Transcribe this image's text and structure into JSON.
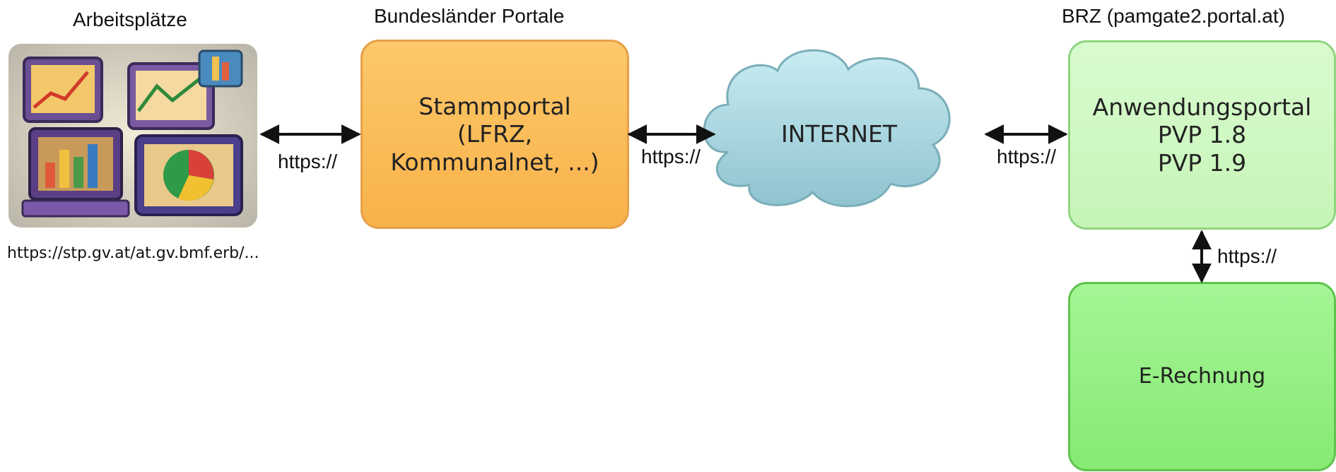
{
  "titles": {
    "arbeitsplaetze": "Arbeitsplätze",
    "bundeslaender": "Bundesländer Portale",
    "brz": "BRZ (pamgate2.portal.at)"
  },
  "nodes": {
    "stammportal": {
      "lines": [
        "Stammportal",
        "(LFRZ,",
        "Kommunalnet, ...)"
      ]
    },
    "internet": {
      "label": "INTERNET"
    },
    "anwendungsportal": {
      "lines": [
        "Anwendungsportal",
        "PVP 1.8",
        "PVP 1.9"
      ]
    },
    "erechnung": {
      "label": "E-Rechnung"
    }
  },
  "workstation_url": "https://stp.gv.at/at.gv.bmf.erb/...",
  "edges": {
    "ws_to_stamm": "https://",
    "stamm_to_internet": "https://",
    "internet_to_brz": "https://",
    "brz_to_erechnung": "https://"
  },
  "colors": {
    "stammportal_fill": "#f8b24a",
    "anwendungsportal_fill": "#c6f5b7",
    "erechnung_fill": "#86ea73",
    "cloud_fill": "#a9d6e0"
  }
}
